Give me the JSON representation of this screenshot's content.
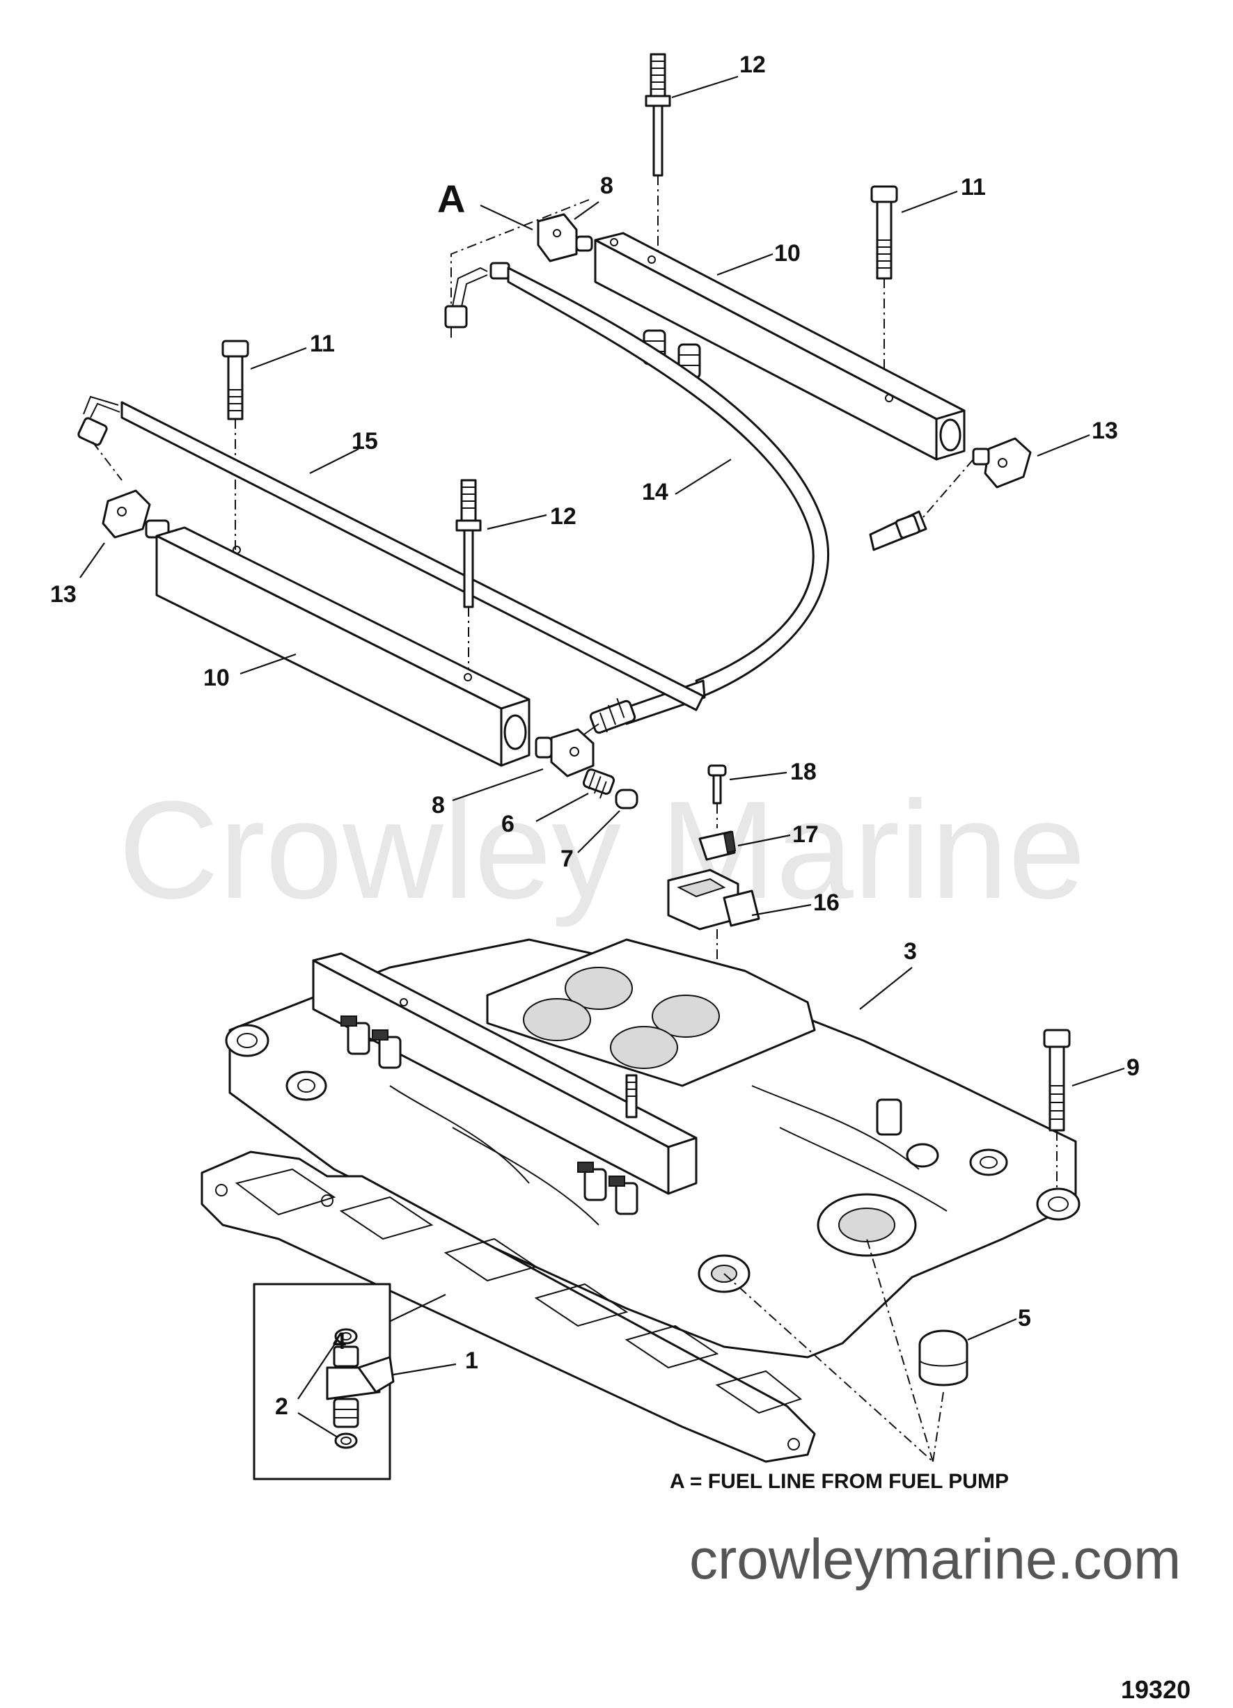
{
  "labels": {
    "p1": "1",
    "p2": "2",
    "p3": "3",
    "p4": "4",
    "p5": "5",
    "p6": "6",
    "p7": "7",
    "p8a": "8",
    "p8b": "8",
    "p9": "9",
    "p10a": "10",
    "p10b": "10",
    "p11a": "11",
    "p11b": "11",
    "p12a": "12",
    "p12b": "12",
    "p13a": "13",
    "p13b": "13",
    "p14": "14",
    "p15": "15",
    "p16": "16",
    "p17": "17",
    "p18": "18",
    "callout_a": "A"
  },
  "legend": "A = FUEL LINE FROM FUEL PUMP",
  "watermark_center": "Crowley Marine",
  "watermark_url": "crowleymarine.com",
  "diagram_number": "19320"
}
